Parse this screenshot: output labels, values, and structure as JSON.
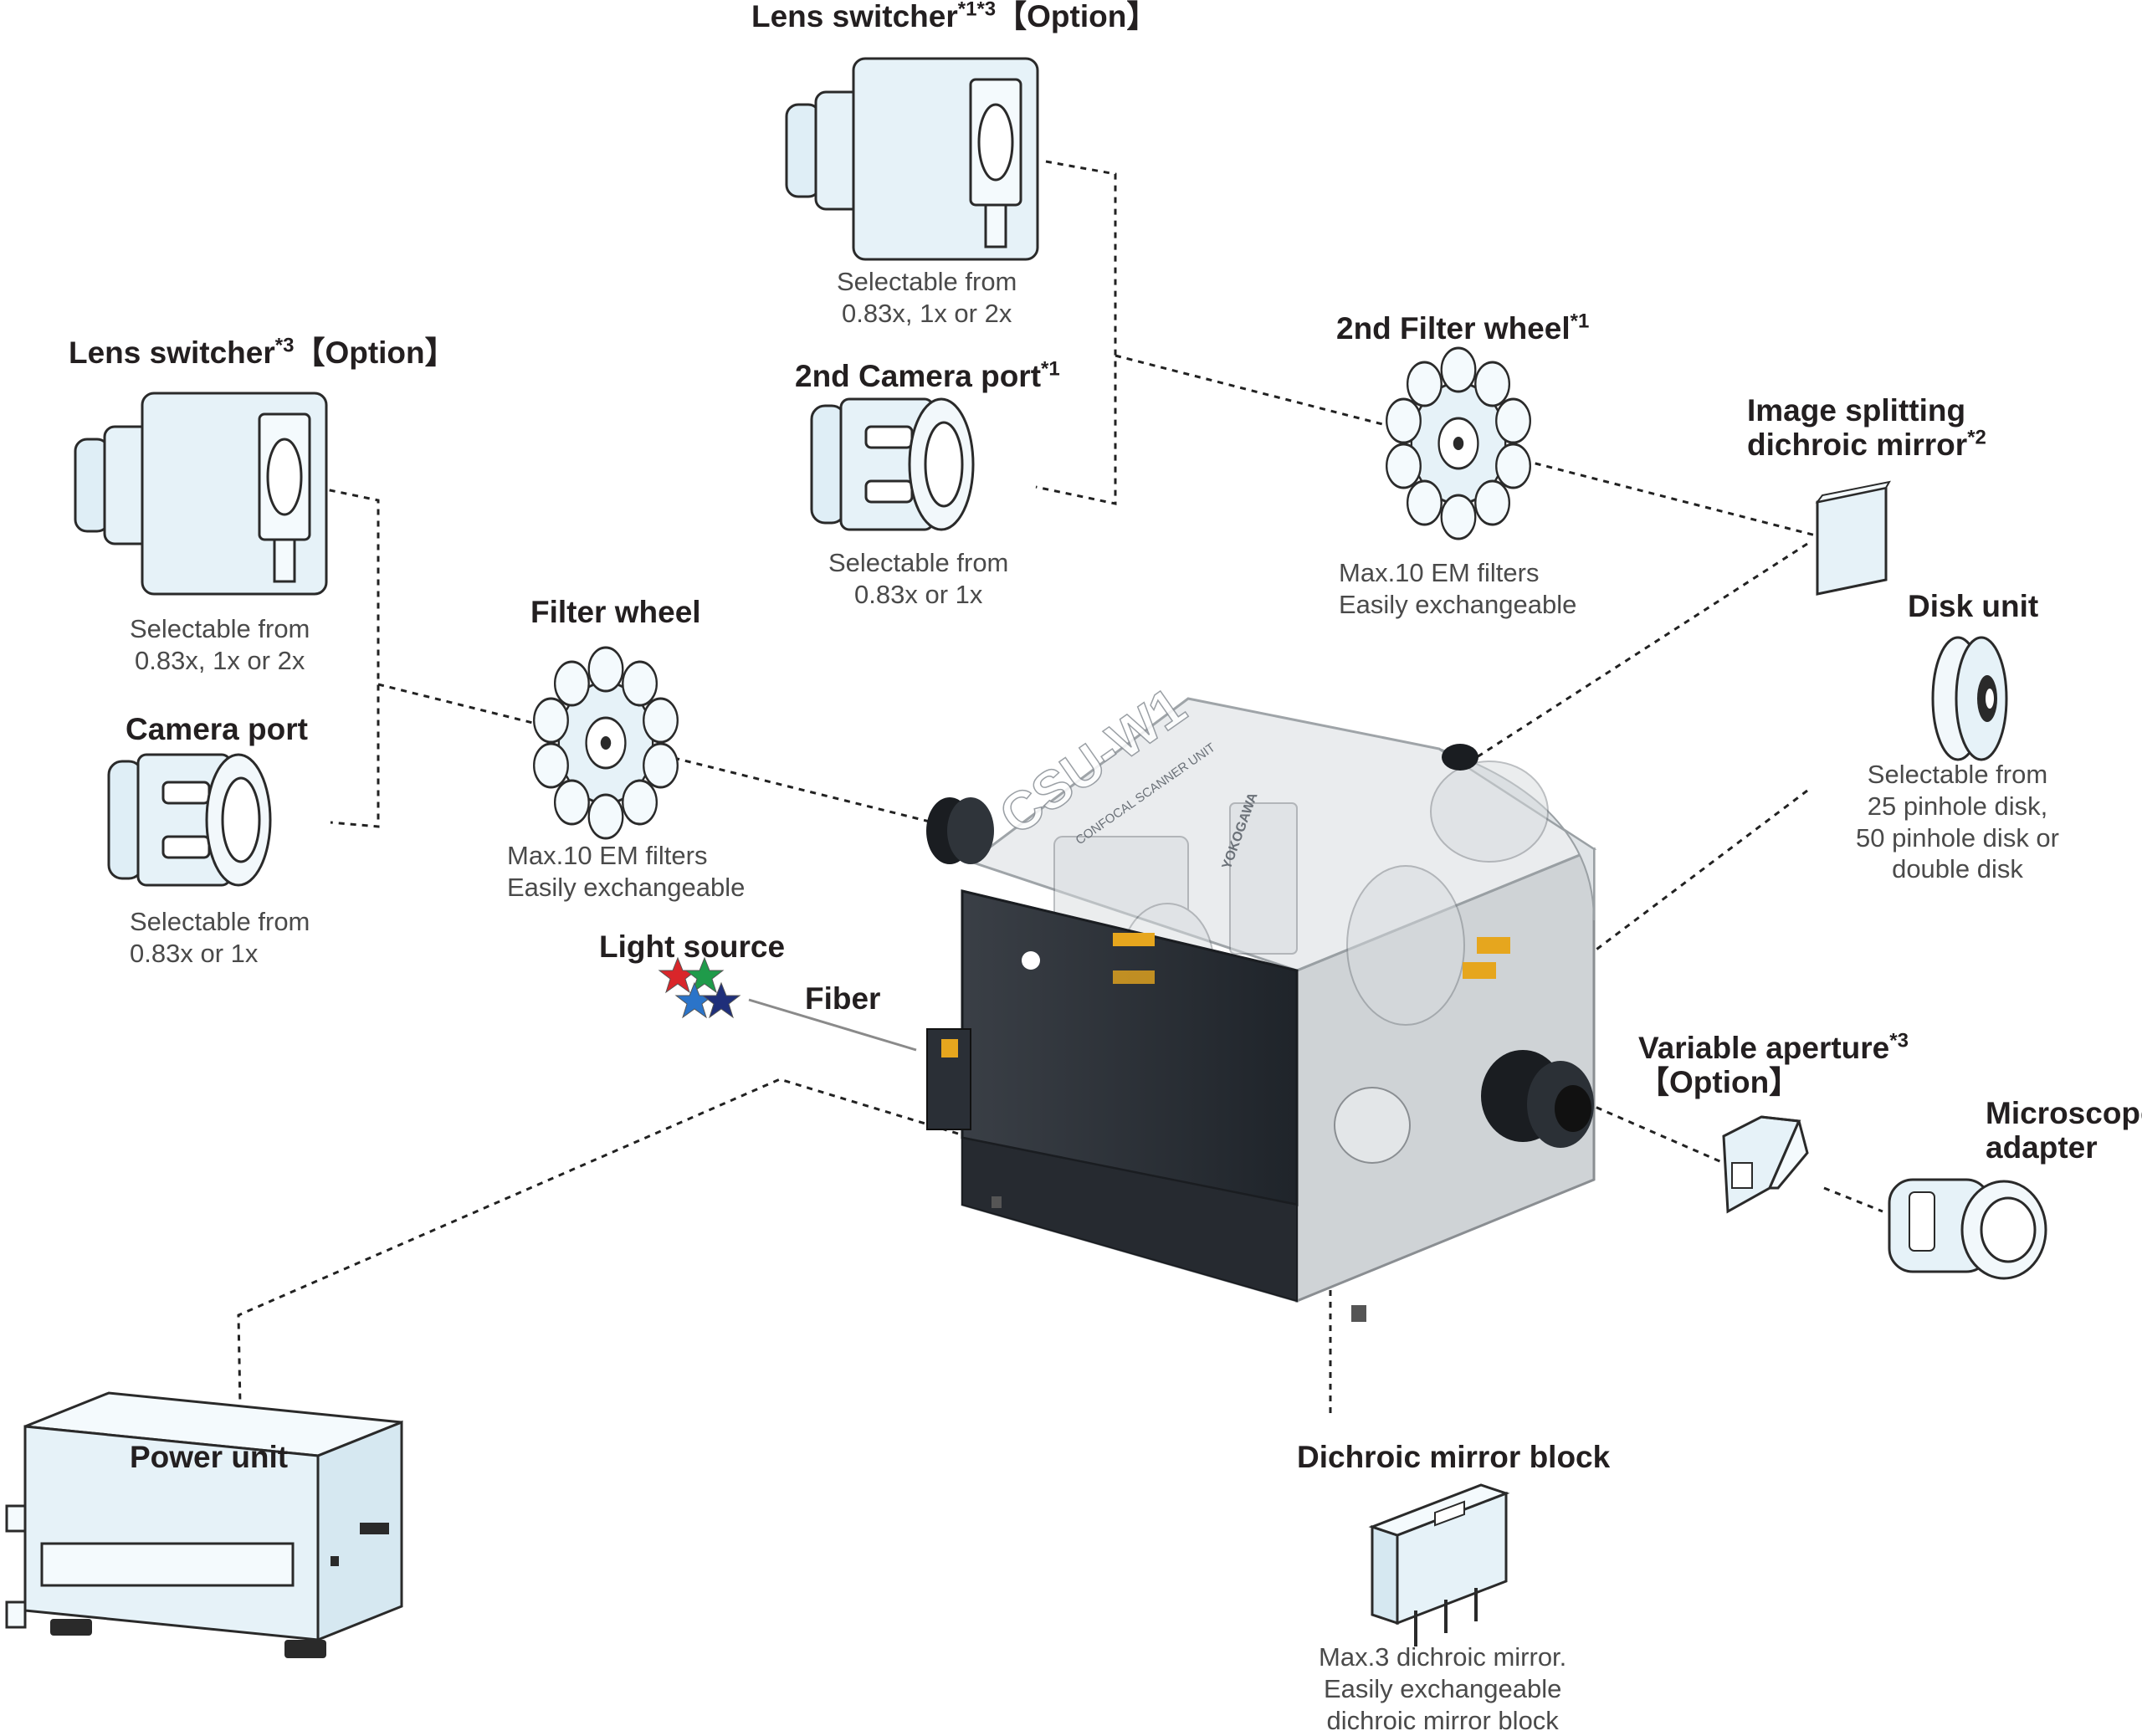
{
  "colors": {
    "component_fill": "#e6f2f8",
    "outline": "#2a2a2a",
    "dashed_line": "#222222",
    "main_unit_body": "#dcdfe1",
    "main_unit_front": "#2a2f36",
    "light_source_red": "#d9262a",
    "light_source_green": "#1f9b4a",
    "light_source_blue": "#2b74c9",
    "light_source_navy": "#1f2f7a"
  },
  "components": {
    "lens_switcher_top": {
      "title": "Lens switcher",
      "title_sup": "*1*3",
      "title_option": "【Option】",
      "desc": [
        "Selectable from",
        "0.83x, 1x or 2x"
      ],
      "icon": "lens-switcher-icon"
    },
    "second_camera_port": {
      "title": "2nd Camera port",
      "title_sup": "*1",
      "desc": [
        "Selectable from",
        "0.83x or 1x"
      ],
      "icon": "camera-port-icon"
    },
    "lens_switcher_left": {
      "title": "Lens switcher",
      "title_sup": "*3",
      "title_option": "【Option】",
      "desc": [
        "Selectable from",
        "0.83x, 1x or 2x"
      ],
      "icon": "lens-switcher-icon"
    },
    "camera_port": {
      "title": "Camera port",
      "desc": [
        "Selectable from",
        "0.83x or 1x"
      ],
      "icon": "camera-port-icon"
    },
    "filter_wheel": {
      "title": "Filter wheel",
      "desc": [
        "Max.10 EM filters",
        "Easily exchangeable"
      ],
      "icon": "filter-wheel-icon"
    },
    "second_filter_wheel": {
      "title": "2nd Filter wheel",
      "title_sup": "*1",
      "desc": [
        "Max.10 EM filters",
        "Easily exchangeable"
      ],
      "icon": "filter-wheel-icon"
    },
    "image_splitting": {
      "title": [
        "Image splitting",
        "dichroic mirror"
      ],
      "title_sup": "*2",
      "icon": "dichroic-mirror-icon"
    },
    "disk_unit": {
      "title": "Disk unit",
      "desc": [
        "Selectable from",
        "25 pinhole disk,",
        "50 pinhole disk or",
        "double disk"
      ],
      "icon": "disk-unit-icon"
    },
    "light_source": {
      "title": "Light source",
      "icon": "light-source-stars-icon"
    },
    "fiber": {
      "title": "Fiber"
    },
    "variable_aperture": {
      "title": "Variable aperture",
      "title_sup": "*3",
      "title_option": "【Option】",
      "icon": "variable-aperture-icon"
    },
    "microscope_adapter": {
      "title": [
        "Microscope",
        "adapter"
      ],
      "icon": "microscope-adapter-icon"
    },
    "power_unit": {
      "title": "Power unit",
      "icon": "power-unit-icon"
    },
    "dichroic_block": {
      "title": "Dichroic mirror block",
      "desc": [
        "Max.3 dichroic mirror.",
        "Easily exchangeable",
        "dichroic mirror block"
      ],
      "icon": "dichroic-block-icon"
    }
  },
  "main_unit": {
    "logo_text": "CSU-W1",
    "sub_text": "CONFOCAL SCANNER UNIT",
    "brand_text": "YOKOGAWA"
  }
}
